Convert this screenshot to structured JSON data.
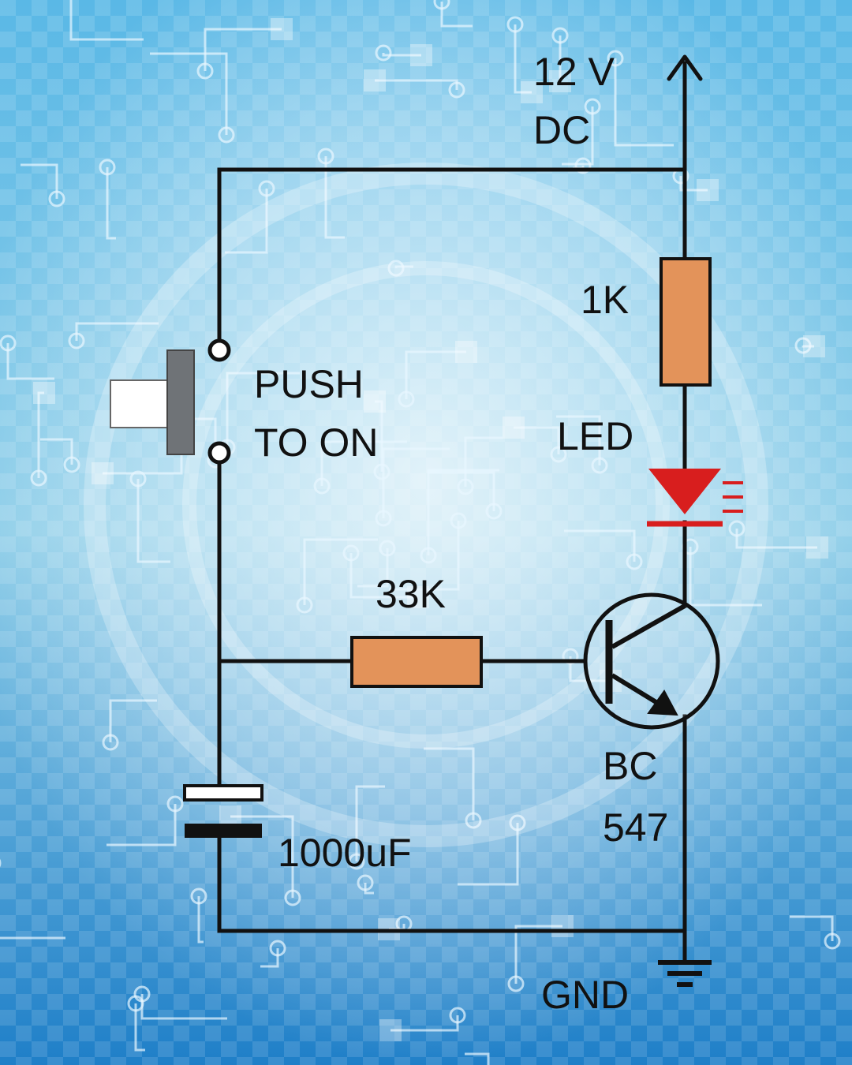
{
  "colors": {
    "background_top": "#5ab8e6",
    "background_bottom": "#1f7fc8",
    "wire": "#111111",
    "resistor_body": "#e3935a",
    "led": "#d81e1e",
    "switch_button": "#6f7377"
  },
  "supply": {
    "voltage": "12 V",
    "type": "DC"
  },
  "switch": {
    "label_line1": "PUSH",
    "label_line2": "TO ON"
  },
  "r1": {
    "value": "1K"
  },
  "led": {
    "label": "LED"
  },
  "r2": {
    "value": "33K"
  },
  "transistor": {
    "label_line1": "BC",
    "label_line2": "547"
  },
  "capacitor": {
    "value": "1000uF"
  },
  "ground": {
    "label": "GND"
  }
}
